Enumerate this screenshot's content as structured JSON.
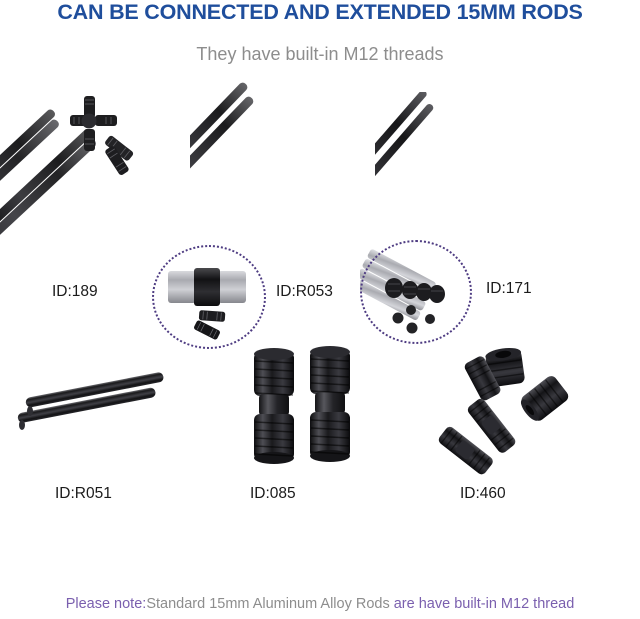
{
  "header": {
    "title": "CAN BE CONNECTED AND EXTENDED 15MM RODS",
    "subtitle": "They have built-in M12 threads",
    "title_color": "#1f4e9c",
    "subtitle_color": "#8d8d8d"
  },
  "footer": {
    "note_accent_start": "Please note:",
    "note_plain": "Standard 15mm Aluminum Alloy Rods ",
    "note_accent_end": "are have built-in M12 thread",
    "accent_color": "#7a5fae",
    "plain_color": "#8d8d8d"
  },
  "products": [
    {
      "id_label": "ID:189",
      "description": "Four black 15mm aluminum alloy rods arranged diagonally with four rod connectors in a cross layout and two loose connectors",
      "finish": "black",
      "item_count": 4
    },
    {
      "id_label": "ID:R053",
      "description": "Two long black 15mm rods arranged diagonally",
      "finish": "black",
      "item_count": 2
    },
    {
      "id_label": "ID:171",
      "description": "Two slim long black 15mm rods arranged diagonally",
      "finish": "black",
      "item_count": 2
    },
    {
      "id_label": "ID:R051",
      "description": "Two short black 15mm rods lying nearly horizontal",
      "finish": "black",
      "item_count": 2
    },
    {
      "id_label": "ID:085",
      "description": "Two double-ended M12 threaded rod connectors with knurled center band",
      "finish": "black",
      "item_count": 2
    },
    {
      "id_label": "ID:460",
      "description": "Five scattered black M12 threaded rod connector adapters at varied angles",
      "finish": "black",
      "item_count": 5
    }
  ],
  "callouts": [
    {
      "name": "rod-connection-detail",
      "description": "Close-up of two silver rods joined end to end by a black M12 connector, with two loose connectors below",
      "ring_color": "#4e3c82"
    },
    {
      "name": "rod-thread-detail",
      "description": "Close-up of silver rods with black threaded end caps and loose M12 thread inserts below",
      "ring_color": "#4e3c82"
    }
  ]
}
